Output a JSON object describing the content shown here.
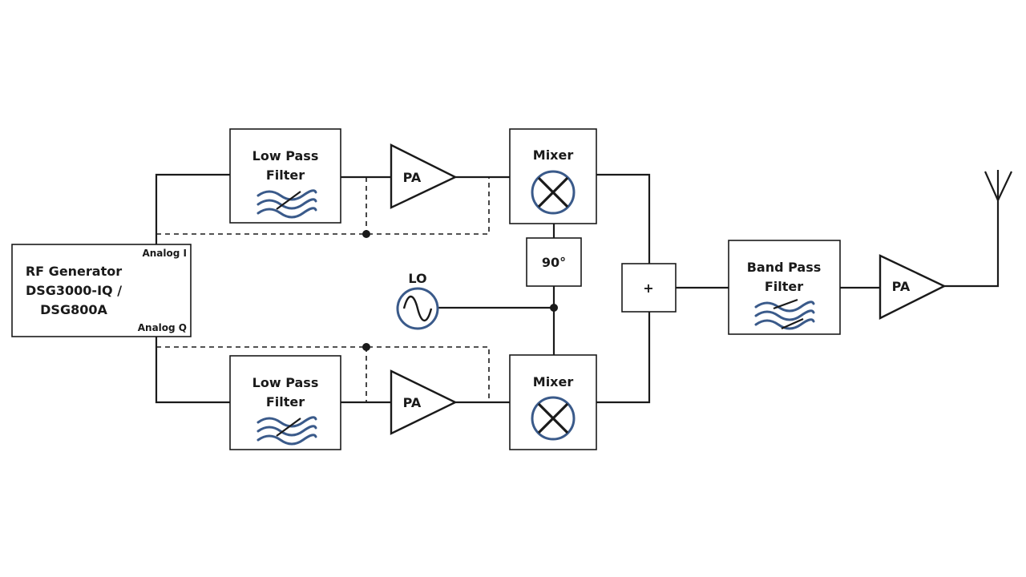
{
  "diagram": {
    "rf_generator": {
      "lines": [
        "RF Generator",
        "DSG3000-IQ /",
        "DSG800A"
      ],
      "port_i": "Analog I",
      "port_q": "Analog Q"
    },
    "lpf_top": {
      "lines": [
        "Low Pass",
        "Filter"
      ]
    },
    "lpf_bottom": {
      "lines": [
        "Low Pass",
        "Filter"
      ]
    },
    "pa_top": {
      "label": "PA"
    },
    "pa_bottom": {
      "label": "PA"
    },
    "pa_output": {
      "label": "PA"
    },
    "mixer_top": {
      "label": "Mixer"
    },
    "mixer_bottom": {
      "label": "Mixer"
    },
    "phase_shifter": {
      "label": "90°"
    },
    "lo": {
      "label": "LO"
    },
    "combiner": {
      "label": "+"
    },
    "bpf": {
      "lines": [
        "Band Pass",
        "Filter"
      ]
    },
    "colors": {
      "line": "#1a1a1a",
      "accent": "#3a5a8a"
    }
  }
}
